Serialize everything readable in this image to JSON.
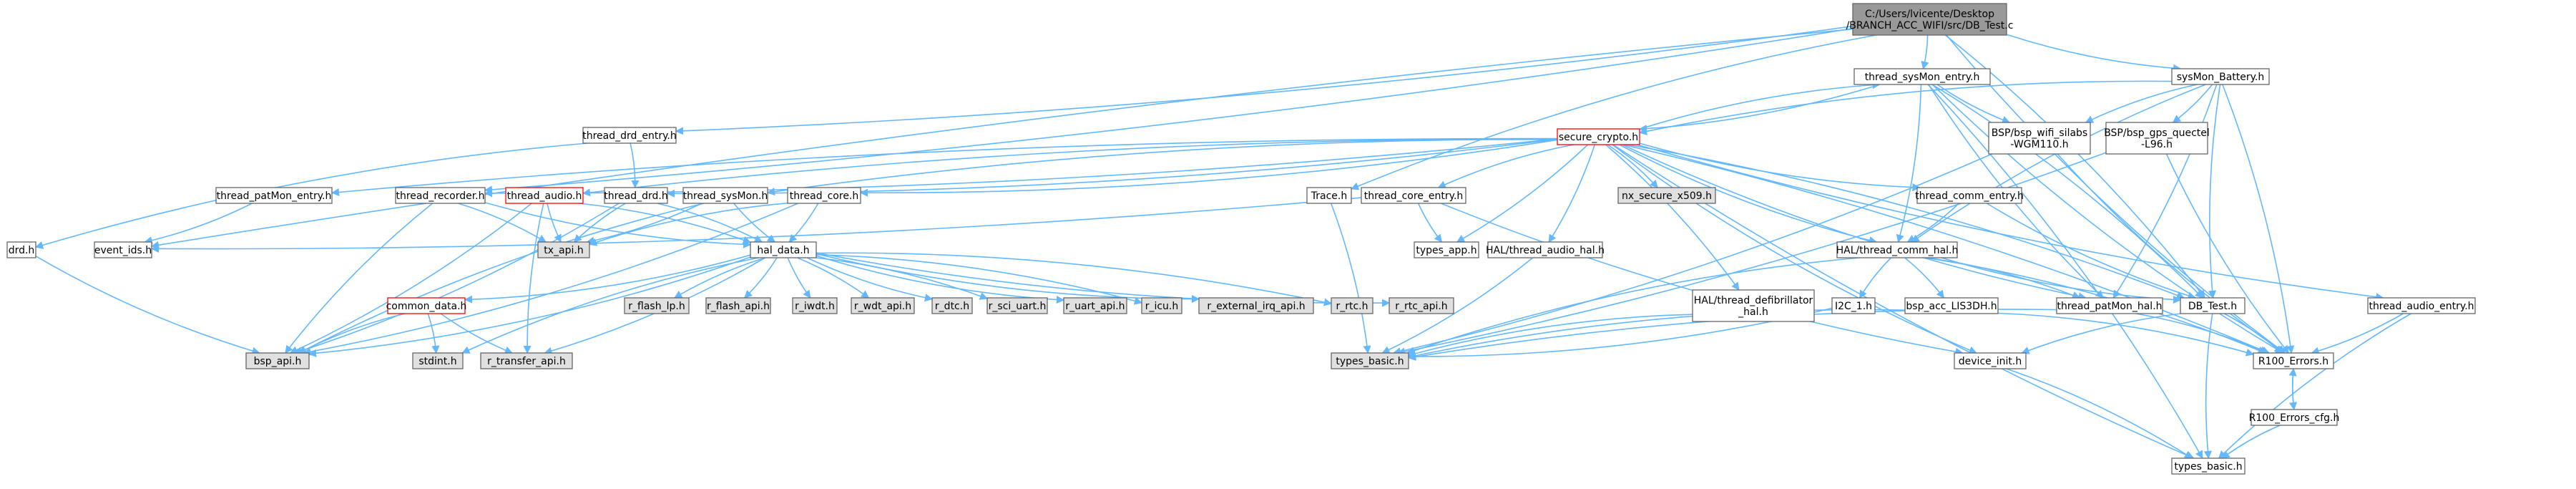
{
  "colors": {
    "edge": "#63b8ff",
    "node_fill": "#ffffff",
    "node_border": "#666666",
    "root_fill": "#999999",
    "external_fill": "#e0e0e0",
    "error_border": "#ff0000"
  },
  "nodes": {
    "root": {
      "lines": [
        "C:/Users/lvicente/Desktop",
        "/BRANCH_ACC_WIFI/src/DB_Test.c"
      ],
      "style": "root"
    },
    "thread_sysmon_entry": {
      "lines": [
        "thread_sysMon_entry.h"
      ]
    },
    "sysmon_battery": {
      "lines": [
        "sysMon_Battery.h"
      ]
    },
    "thread_drd_entry": {
      "lines": [
        "thread_drd_entry.h"
      ]
    },
    "secure_crypto": {
      "lines": [
        "secure_crypto.h"
      ],
      "style": "error"
    },
    "bsp_wifi": {
      "lines": [
        "BSP/bsp_wifi_silabs",
        "-WGM110.h"
      ]
    },
    "bsp_gps": {
      "lines": [
        "BSP/bsp_gps_quectel",
        "-L96.h"
      ]
    },
    "drd": {
      "lines": [
        "drd.h"
      ]
    },
    "thread_patmon_entry": {
      "lines": [
        "thread_patMon_entry.h"
      ]
    },
    "thread_recorder": {
      "lines": [
        "thread_recorder.h"
      ]
    },
    "thread_audio": {
      "lines": [
        "thread_audio.h"
      ],
      "style": "error"
    },
    "thread_drd": {
      "lines": [
        "thread_drd.h"
      ]
    },
    "thread_sysmon": {
      "lines": [
        "thread_sysMon.h"
      ]
    },
    "thread_core": {
      "lines": [
        "thread_core.h"
      ]
    },
    "trace": {
      "lines": [
        "Trace.h"
      ]
    },
    "thread_core_entry": {
      "lines": [
        "thread_core_entry.h"
      ]
    },
    "nx_secure": {
      "lines": [
        "nx_secure_x509.h"
      ],
      "style": "external"
    },
    "thread_comm_entry": {
      "lines": [
        "thread_comm_entry.h"
      ]
    },
    "event_ids": {
      "lines": [
        "event_ids.h"
      ]
    },
    "tx_api": {
      "lines": [
        "tx_api.h"
      ],
      "style": "external"
    },
    "hal_data": {
      "lines": [
        "hal_data.h"
      ]
    },
    "types_app": {
      "lines": [
        "types_app.h"
      ]
    },
    "hal_audio": {
      "lines": [
        "HAL/thread_audio_hal.h"
      ]
    },
    "hal_comm": {
      "lines": [
        "HAL/thread_comm_hal.h"
      ]
    },
    "common_data": {
      "lines": [
        "common_data.h"
      ],
      "style": "error"
    },
    "r_flash_lp": {
      "lines": [
        "r_flash_lp.h"
      ],
      "style": "external"
    },
    "r_flash_api": {
      "lines": [
        "r_flash_api.h"
      ],
      "style": "external"
    },
    "r_iwdt": {
      "lines": [
        "r_iwdt.h"
      ],
      "style": "external"
    },
    "r_wdt_api": {
      "lines": [
        "r_wdt_api.h"
      ],
      "style": "external"
    },
    "r_dtc": {
      "lines": [
        "r_dtc.h"
      ],
      "style": "external"
    },
    "r_sci_uart": {
      "lines": [
        "r_sci_uart.h"
      ],
      "style": "external"
    },
    "r_uart_api": {
      "lines": [
        "r_uart_api.h"
      ],
      "style": "external"
    },
    "r_icu": {
      "lines": [
        "r_icu.h"
      ],
      "style": "external"
    },
    "r_external_irq_api": {
      "lines": [
        "r_external_irq_api.h"
      ],
      "style": "external"
    },
    "r_rtc": {
      "lines": [
        "r_rtc.h"
      ],
      "style": "external"
    },
    "r_rtc_api": {
      "lines": [
        "r_rtc_api.h"
      ],
      "style": "external"
    },
    "hal_defib": {
      "lines": [
        "HAL/thread_defibrillator",
        "_hal.h"
      ]
    },
    "i2c_1": {
      "lines": [
        "I2C_1.h"
      ]
    },
    "bsp_acc": {
      "lines": [
        "bsp_acc_LIS3DH.h"
      ]
    },
    "thread_patmon_hal": {
      "lines": [
        "thread_patMon_hal.h"
      ]
    },
    "db_test": {
      "lines": [
        "DB_Test.h"
      ]
    },
    "thread_audio_entry": {
      "lines": [
        "thread_audio_entry.h"
      ]
    },
    "bsp_api": {
      "lines": [
        "bsp_api.h"
      ],
      "style": "external"
    },
    "stdint": {
      "lines": [
        "stdint.h"
      ],
      "style": "external"
    },
    "r_transfer_api": {
      "lines": [
        "r_transfer_api.h"
      ],
      "style": "external"
    },
    "types_basic_ext": {
      "lines": [
        "types_basic.h"
      ],
      "style": "external"
    },
    "device_init": {
      "lines": [
        "device_init.h"
      ]
    },
    "r100_errors": {
      "lines": [
        "R100_Errors.h"
      ]
    },
    "r100_errors_cfg": {
      "lines": [
        "R100_Errors_cfg.h"
      ]
    },
    "types_basic": {
      "lines": [
        "types_basic.h"
      ]
    }
  },
  "edges": [
    [
      "root",
      "thread_sysmon_entry"
    ],
    [
      "root",
      "sysmon_battery"
    ],
    [
      "root",
      "thread_drd_entry"
    ],
    [
      "root",
      "event_ids"
    ],
    [
      "root",
      "thread_recorder"
    ],
    [
      "root",
      "trace"
    ],
    [
      "root",
      "db_test"
    ],
    [
      "root",
      "r100_errors"
    ],
    [
      "thread_sysmon_entry",
      "secure_crypto"
    ],
    [
      "thread_sysmon_entry",
      "bsp_wifi"
    ],
    [
      "thread_sysmon_entry",
      "hal_comm"
    ],
    [
      "thread_sysmon_entry",
      "thread_patmon_hal"
    ],
    [
      "thread_sysmon_entry",
      "db_test"
    ],
    [
      "thread_sysmon_entry",
      "r100_errors"
    ],
    [
      "thread_sysmon_entry",
      "types_basic"
    ],
    [
      "sysmon_battery",
      "bsp_wifi"
    ],
    [
      "sysmon_battery",
      "bsp_gps"
    ],
    [
      "sysmon_battery",
      "hal_comm"
    ],
    [
      "sysmon_battery",
      "thread_patmon_hal"
    ],
    [
      "sysmon_battery",
      "db_test"
    ],
    [
      "sysmon_battery",
      "r100_errors"
    ],
    [
      "sysmon_battery",
      "secure_crypto"
    ],
    [
      "thread_drd_entry",
      "thread_drd"
    ],
    [
      "thread_drd_entry",
      "drd"
    ],
    [
      "secure_crypto",
      "thread_sysmon_entry"
    ],
    [
      "secure_crypto",
      "thread_patmon_entry"
    ],
    [
      "secure_crypto",
      "thread_recorder"
    ],
    [
      "secure_crypto",
      "thread_audio"
    ],
    [
      "secure_crypto",
      "thread_drd"
    ],
    [
      "secure_crypto",
      "thread_sysmon"
    ],
    [
      "secure_crypto",
      "thread_core"
    ],
    [
      "secure_crypto",
      "thread_core_entry"
    ],
    [
      "secure_crypto",
      "nx_secure"
    ],
    [
      "secure_crypto",
      "thread_comm_entry"
    ],
    [
      "secure_crypto",
      "hal_audio"
    ],
    [
      "secure_crypto",
      "hal_comm"
    ],
    [
      "secure_crypto",
      "hal_defib"
    ],
    [
      "secure_crypto",
      "thread_patmon_hal"
    ],
    [
      "secure_crypto",
      "db_test"
    ],
    [
      "secure_crypto",
      "thread_audio_entry"
    ],
    [
      "secure_crypto",
      "types_app"
    ],
    [
      "secure_crypto",
      "device_init"
    ],
    [
      "secure_crypto",
      "r100_errors"
    ],
    [
      "secure_crypto",
      "types_basic"
    ],
    [
      "bsp_wifi",
      "types_basic_ext"
    ],
    [
      "bsp_wifi",
      "r100_errors"
    ],
    [
      "bsp_gps",
      "types_basic_ext"
    ],
    [
      "bsp_gps",
      "r100_errors"
    ],
    [
      "thread_patmon_entry",
      "event_ids"
    ],
    [
      "thread_recorder",
      "hal_data"
    ],
    [
      "thread_recorder",
      "tx_api"
    ],
    [
      "thread_recorder",
      "bsp_api"
    ],
    [
      "thread_audio",
      "hal_data"
    ],
    [
      "thread_audio",
      "tx_api"
    ],
    [
      "thread_audio",
      "bsp_api"
    ],
    [
      "thread_audio",
      "r_transfer_api"
    ],
    [
      "thread_drd",
      "hal_data"
    ],
    [
      "thread_drd",
      "tx_api"
    ],
    [
      "thread_drd",
      "bsp_api"
    ],
    [
      "thread_sysmon",
      "hal_data"
    ],
    [
      "thread_sysmon",
      "tx_api"
    ],
    [
      "thread_sysmon",
      "bsp_api"
    ],
    [
      "thread_core",
      "hal_data"
    ],
    [
      "thread_core",
      "tx_api"
    ],
    [
      "thread_core",
      "bsp_api"
    ],
    [
      "thread_core_entry",
      "types_app"
    ],
    [
      "thread_core_entry",
      "event_ids"
    ],
    [
      "thread_core_entry",
      "device_init"
    ],
    [
      "thread_comm_entry",
      "hal_comm"
    ],
    [
      "thread_comm_entry",
      "db_test"
    ],
    [
      "trace",
      "types_basic_ext"
    ],
    [
      "drd",
      "bsp_api"
    ],
    [
      "hal_data",
      "common_data"
    ],
    [
      "hal_data",
      "r_flash_lp"
    ],
    [
      "hal_data",
      "r_flash_api"
    ],
    [
      "hal_data",
      "r_iwdt"
    ],
    [
      "hal_data",
      "r_wdt_api"
    ],
    [
      "hal_data",
      "r_dtc"
    ],
    [
      "hal_data",
      "r_sci_uart"
    ],
    [
      "hal_data",
      "r_uart_api"
    ],
    [
      "hal_data",
      "r_icu"
    ],
    [
      "hal_data",
      "r_external_irq_api"
    ],
    [
      "hal_data",
      "r_rtc"
    ],
    [
      "hal_data",
      "r_rtc_api"
    ],
    [
      "hal_data",
      "bsp_api"
    ],
    [
      "hal_data",
      "stdint"
    ],
    [
      "hal_data",
      "r_transfer_api"
    ],
    [
      "common_data",
      "bsp_api"
    ],
    [
      "common_data",
      "stdint"
    ],
    [
      "common_data",
      "r_transfer_api"
    ],
    [
      "hal_audio",
      "types_basic_ext"
    ],
    [
      "hal_comm",
      "i2c_1"
    ],
    [
      "hal_comm",
      "bsp_acc"
    ],
    [
      "hal_comm",
      "types_basic_ext"
    ],
    [
      "hal_comm",
      "thread_patmon_hal"
    ],
    [
      "hal_comm",
      "db_test"
    ],
    [
      "hal_comm",
      "r100_errors"
    ],
    [
      "hal_defib",
      "types_basic_ext"
    ],
    [
      "i2c_1",
      "types_basic_ext"
    ],
    [
      "bsp_acc",
      "types_basic_ext"
    ],
    [
      "bsp_acc",
      "r100_errors"
    ],
    [
      "thread_patmon_hal",
      "types_basic_ext"
    ],
    [
      "thread_patmon_hal",
      "r100_errors"
    ],
    [
      "db_test",
      "device_init"
    ],
    [
      "db_test",
      "r100_errors"
    ],
    [
      "db_test",
      "types_basic"
    ],
    [
      "thread_audio_entry",
      "r100_errors"
    ],
    [
      "thread_audio_entry",
      "types_basic"
    ],
    [
      "device_init",
      "types_basic"
    ],
    [
      "r100_errors",
      "r100_errors_cfg"
    ],
    [
      "r100_errors_cfg",
      "r100_errors"
    ],
    [
      "r100_errors_cfg",
      "types_basic"
    ]
  ]
}
